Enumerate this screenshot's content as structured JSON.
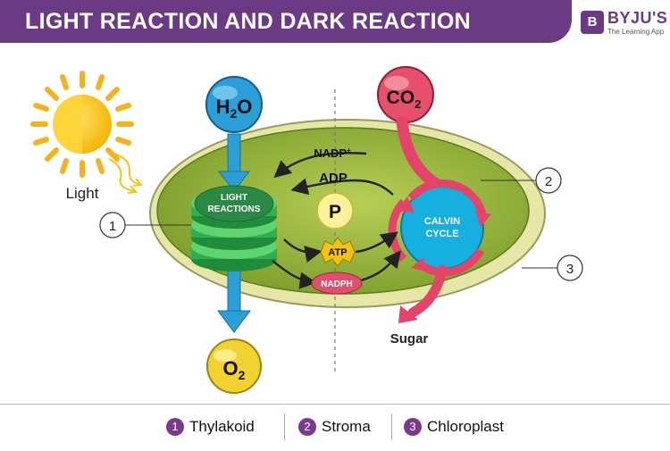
{
  "header": {
    "title": "LIGHT REACTION AND DARK REACTION",
    "brand_name": "BYJU'S",
    "brand_tagline": "The Learning App",
    "brand_mark": "B"
  },
  "diagram": {
    "light_label": "Light",
    "water": {
      "main": "H",
      "sub": "2",
      "tail": "O"
    },
    "carbon_dioxide": {
      "main": "CO",
      "sub": "2"
    },
    "oxygen": {
      "main": "O",
      "sub": "2"
    },
    "light_reactions": [
      "LIGHT",
      "REACTIONS"
    ],
    "calvin_cycle": [
      "CALVIN",
      "CYCLE"
    ],
    "nadp": "NADP",
    "nadp_sup": "+",
    "adp": "ADP",
    "phosphate": "P",
    "atp": "ATP",
    "nadph": "NADPH",
    "sugar": "Sugar",
    "callouts": [
      "1",
      "2",
      "3"
    ]
  },
  "legend": {
    "items": [
      {
        "num": "1",
        "label": "Thylakoid"
      },
      {
        "num": "2",
        "label": "Stroma"
      },
      {
        "num": "3",
        "label": "Chloroplast"
      }
    ]
  },
  "colors": {
    "banner": "#6b3a85",
    "stroma": "#8fb23a",
    "chloroplast_rim": "#e6e6a6",
    "water_blue": "#2a9fd8",
    "co2_pink": "#e5506a",
    "oxygen_yellow": "#f2d22e",
    "thylakoid_green": "#2fae4e",
    "calvin_blue": "#15b0e0",
    "arrow_pink": "#e6436b"
  }
}
